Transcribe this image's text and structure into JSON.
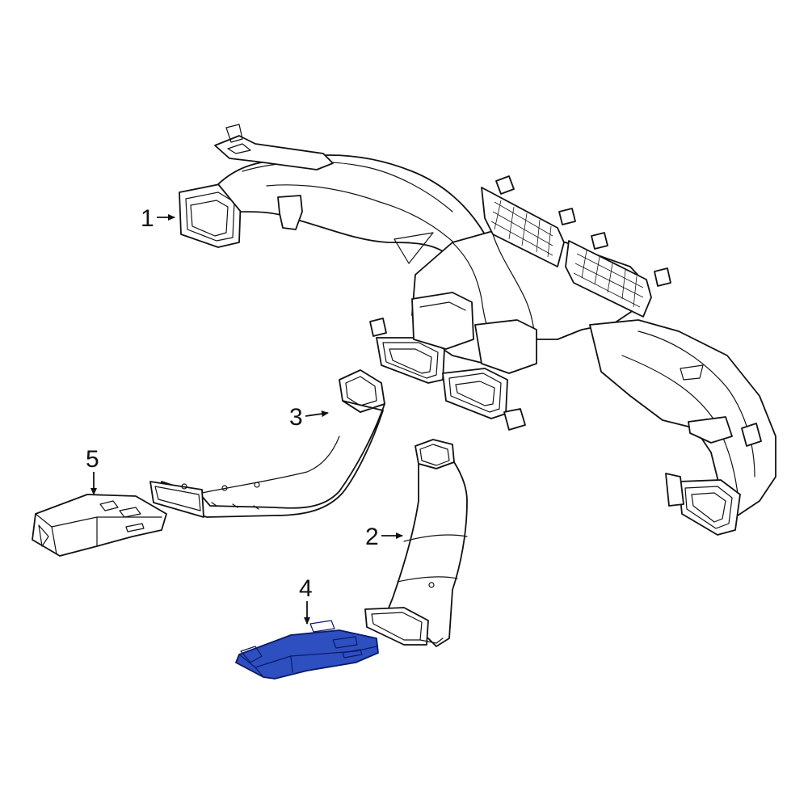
{
  "callouts": [
    {
      "number": "1",
      "part": "main-duct"
    },
    {
      "number": "2",
      "part": "rear-duct-right"
    },
    {
      "number": "3",
      "part": "rear-duct-left"
    },
    {
      "number": "4",
      "part": "floor-duct-highlighted"
    },
    {
      "number": "5",
      "part": "floor-duct"
    }
  ],
  "colors": {
    "highlight_fill": "#2d4fc0",
    "highlight_stroke": "#0b1a66",
    "line": "#111111",
    "background": "#ffffff"
  }
}
